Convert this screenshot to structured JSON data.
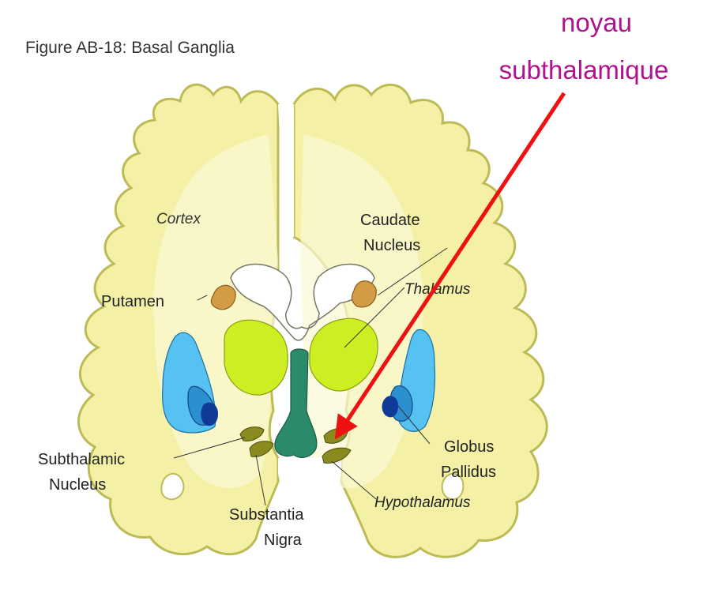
{
  "figure_title": "Figure AB-18: Basal Ganglia",
  "annotation": {
    "line1": "noyau",
    "line2": "subthalamique",
    "color": "#b0128f",
    "arrow_color": "#ee1111"
  },
  "labels": {
    "cortex": "Cortex",
    "caudate_1": "Caudate",
    "caudate_2": "Nucleus",
    "thalamus": "Thalamus",
    "putamen": "Putamen",
    "globus_1": "Globus",
    "globus_2": "Pallidus",
    "subthalamic_1": "Subthalamic",
    "subthalamic_2": "Nucleus",
    "substantia_1": "Substantia",
    "substantia_2": "Nigra",
    "hypothalamus": "Hypothalamus"
  },
  "colors": {
    "cortex_fill": "#f4f1a6",
    "cortex_outline": "#bdbb55",
    "white_matter": "#fbfad6",
    "ventricle": "#ffffff",
    "caudate": "#d39b44",
    "thalamus": "#ccee22",
    "putamen": "#55c2f2",
    "globus_outer": "#2c8fd0",
    "globus_inner": "#113a96",
    "brainstem": "#2b8a6a",
    "subthalamic": "#8a8a1e"
  }
}
